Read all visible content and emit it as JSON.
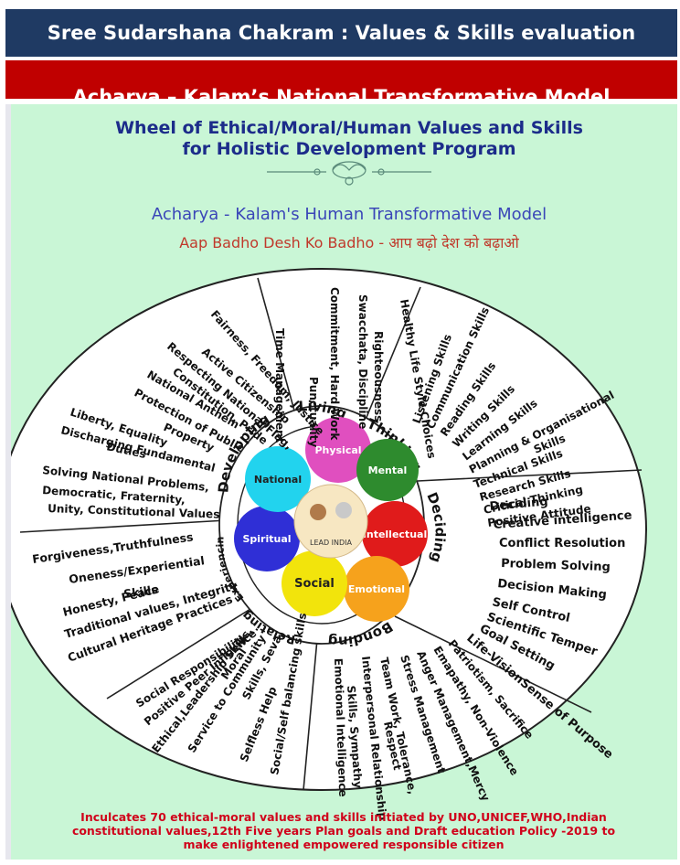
{
  "header": {
    "title": "Sree Sudarshana Chakram : Values & Skills evaluation",
    "subtitle": "Acharya – Kalam’s National Transformative Model"
  },
  "poster": {
    "title_line1": "Wheel of Ethical/Moral/Human Values and Skills",
    "title_line2": "for Holistic Development Program",
    "model_name": "Acharya - Kalam's Human Transformative Model",
    "slogan": "Aap Badho Desh Ko Badho - आप बढ़ो देश को बढ़ाओ",
    "footer_line1": "Inculcates 70 ethical-moral values and skills initiated by UNO,UNICEF,WHO,Indian",
    "footer_line2": "constitutional values,12th Five years Plan goals and Draft education Policy -2019 to",
    "footer_line3": "make enlightened empowered responsible citizen"
  },
  "wheel": {
    "center_label": "LEAD INDIA",
    "circles": [
      {
        "label": "Physical",
        "color": "#e04fbf"
      },
      {
        "label": "Mental",
        "color": "#2e8b2e"
      },
      {
        "label": "Intellectual",
        "color": "#e01b1b"
      },
      {
        "label": "Emotional",
        "color": "#f6a21c"
      },
      {
        "label": "Social",
        "color": "#f2e40c"
      },
      {
        "label": "Spiritual",
        "color": "#2f2fd6"
      },
      {
        "label": "National",
        "color": "#22d3ee"
      }
    ],
    "rings": [
      "Living",
      "Thinking",
      "Deciding",
      "Bonding",
      "Relating",
      "Experiencing",
      "Developing"
    ],
    "segments": {
      "living": [
        "Time Management",
        "Punctuality",
        "Commitment, Hard Work",
        "Swacchata, Discipline",
        "Righteousness"
      ],
      "thinking": [
        "Healthy Life Style Choices",
        "Listening Skills",
        "Communication Skills",
        "Reading Skills",
        "Writing Skills",
        "Learning Skills",
        "Planning & Organisational",
        "Skills",
        "Technical Skills",
        "Research Skills",
        "Critical Thinking",
        "Positive Attitude"
      ],
      "deciding": [
        "Deciding",
        "Creative intelligence",
        "Conflict Resolution",
        "Problem Solving",
        "Decision Making",
        "Self Control",
        "Scientific Temper",
        "Goal Setting",
        "Life-VisionSense of Purpose"
      ],
      "bonding": [
        "Patriotism, Sacrifice",
        "Emapathy, Non-Violence",
        "Anger Management,Mercy",
        "Stress Management",
        "Team Work, Tolerance,",
        "Respect",
        "Interpersonal Relationship",
        "Skills, Sympathy",
        "Emotional Intelligence"
      ],
      "relating": [
        "Social Responsibility",
        "Positive Peer Influence",
        "Ethical,Leadership Skills,",
        "Moral",
        "Service to Community",
        "Skills, Seva,",
        "Selfless Help",
        "Social/Self balancing skills"
      ],
      "experiencing": [
        "Forgiveness,Truthfulness",
        "Oneness/Experiential",
        "Skills",
        "Honesty, Peace",
        "Traditional values, Integrity",
        "Cultural Heritage Practices"
      ],
      "developing": [
        "Fairness, Freedom, Justice",
        "Active Citizenship",
        "Respecting National Flag,",
        "Constitution, Pride",
        "National Anthem",
        "Protection of Public",
        "Property",
        "Liberty, Equality",
        "Discharging Fundamental",
        "Duties",
        "Solving National Problems,",
        "Democratic, Fraternity,",
        "Unity, Constitutional Values"
      ]
    }
  }
}
